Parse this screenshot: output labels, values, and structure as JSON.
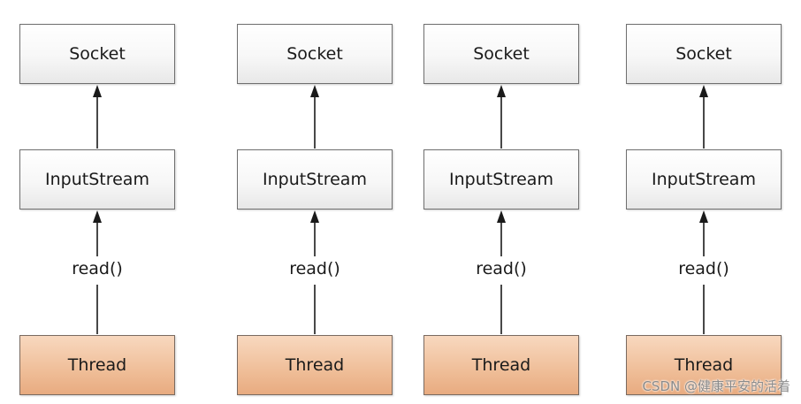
{
  "columns": [
    {
      "socket": "Socket",
      "stream": "InputStream",
      "call": "read()",
      "thread": "Thread"
    },
    {
      "socket": "Socket",
      "stream": "InputStream",
      "call": "read()",
      "thread": "Thread"
    },
    {
      "socket": "Socket",
      "stream": "InputStream",
      "call": "read()",
      "thread": "Thread"
    },
    {
      "socket": "Socket",
      "stream": "InputStream",
      "call": "read()",
      "thread": "Thread"
    }
  ],
  "watermark": "CSDN @健康平安的活着",
  "colors": {
    "thread_fill": "#f0c09b",
    "box_fill": "#f7f7f7",
    "border": "#6f6f6f",
    "line": "#1a1a1a"
  }
}
